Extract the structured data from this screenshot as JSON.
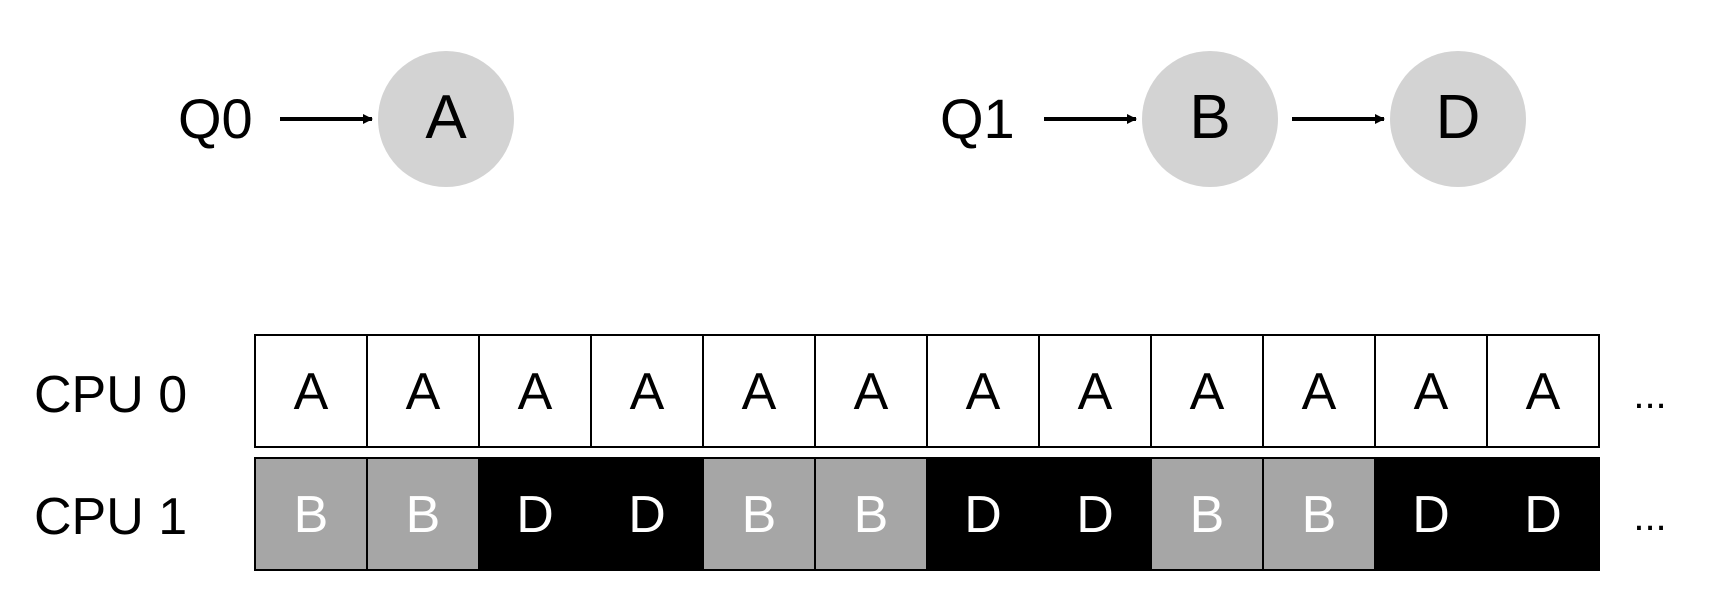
{
  "queues": [
    {
      "label": "Q0",
      "jobs": [
        "A"
      ]
    },
    {
      "label": "Q1",
      "jobs": [
        "B",
        "D"
      ]
    }
  ],
  "timeline": {
    "rows": [
      {
        "label": "CPU 0",
        "slots": [
          "A",
          "A",
          "A",
          "A",
          "A",
          "A",
          "A",
          "A",
          "A",
          "A",
          "A",
          "A"
        ],
        "ellipsis": "..."
      },
      {
        "label": "CPU 1",
        "slots": [
          "B",
          "B",
          "D",
          "D",
          "B",
          "B",
          "D",
          "D",
          "B",
          "B",
          "D",
          "D"
        ],
        "ellipsis": "..."
      }
    ]
  },
  "colors": {
    "job_circle": "#d3d3d3",
    "A": {
      "fill": "#ffffff",
      "text": "#000000"
    },
    "B": {
      "fill": "#a6a6a6",
      "text": "#ffffff"
    },
    "D": {
      "fill": "#000000",
      "text": "#ffffff"
    },
    "stroke": "#000000"
  }
}
